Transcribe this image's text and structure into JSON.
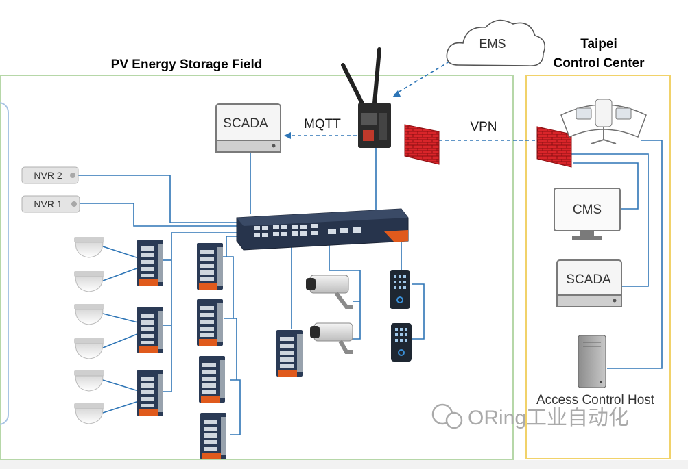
{
  "field": {
    "title": "PV Energy Storage Field",
    "border_color": "#b6d7a8"
  },
  "control_center": {
    "title_line1": "Taipei",
    "title_line2": "Control Center",
    "border_color": "#f1d26a"
  },
  "cloud": {
    "label": "EMS"
  },
  "links": {
    "mqtt": "MQTT",
    "vpn": "VPN"
  },
  "devices": {
    "field_scada": "SCADA",
    "nvr2": "NVR 2",
    "nvr1": "NVR 1",
    "cms": "CMS",
    "cc_scada": "SCADA",
    "access_control": "Access Control Host"
  },
  "watermark": "ORing工业自动化",
  "colors": {
    "link": "#2e75b6",
    "firewall": "#d9252a",
    "switch_accent": "#e05a1c"
  }
}
